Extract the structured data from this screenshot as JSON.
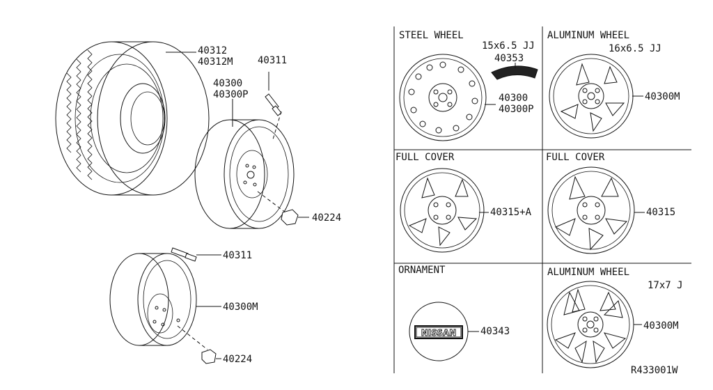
{
  "diagram": {
    "left": {
      "tire_labels": [
        "40312",
        "40312M"
      ],
      "valve_top_label": "40311",
      "steel_wheel_labels": [
        "40300",
        "40300P"
      ],
      "nut_top_label": "40224",
      "valve_bottom_label": "40311",
      "spare_wheel_label": "40300M",
      "nut_bottom_label": "40224"
    },
    "panels": [
      {
        "title": "STEEL WHEEL",
        "size": "15x6.5 JJ",
        "part_a": "40353",
        "parts": [
          "40300",
          "40300P"
        ]
      },
      {
        "title": "ALUMINUM WHEEL",
        "size": "16x6.5 JJ",
        "parts": [
          "40300M"
        ]
      },
      {
        "title": "FULL COVER",
        "parts": [
          "40315+A"
        ]
      },
      {
        "title": "FULL COVER",
        "parts": [
          "40315"
        ]
      },
      {
        "title": "ORNAMENT",
        "emblem": "NISSAN",
        "parts": [
          "40343"
        ]
      },
      {
        "title": "ALUMINUM WHEEL",
        "size": "17x7 J",
        "parts": [
          "40300M"
        ]
      }
    ],
    "ref_code": "R433001W"
  }
}
